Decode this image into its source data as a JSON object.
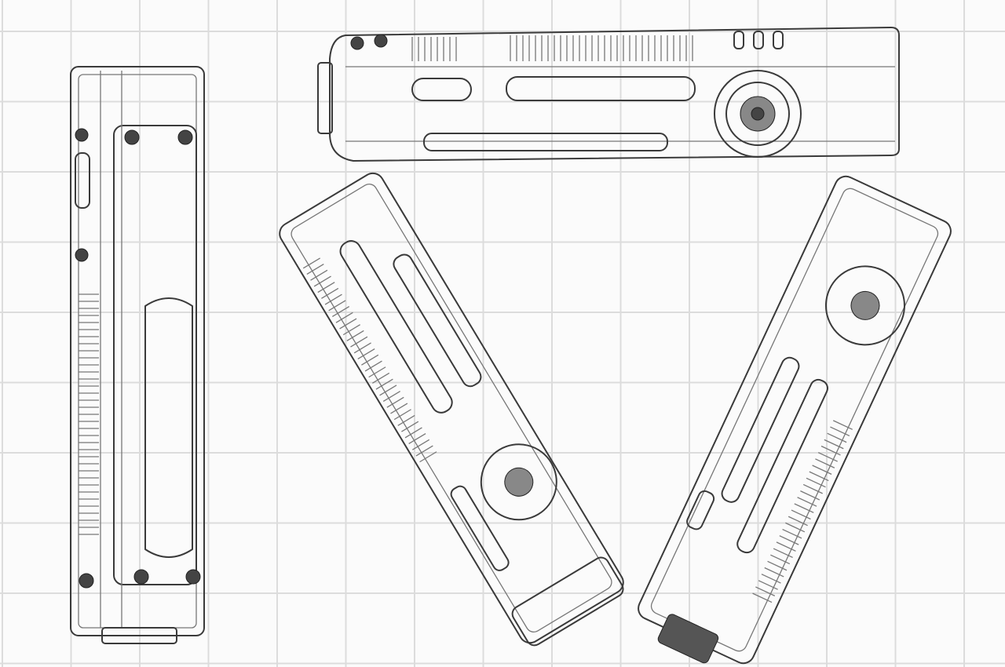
{
  "colors": {
    "background": "#fbfbfb",
    "grid": "#dcdcdc",
    "line": "#3a3a3a"
  },
  "views": [
    {
      "name": "front-vertical-view"
    },
    {
      "name": "side-horizontal-view"
    },
    {
      "name": "perspective-left-view"
    },
    {
      "name": "perspective-right-view"
    }
  ]
}
